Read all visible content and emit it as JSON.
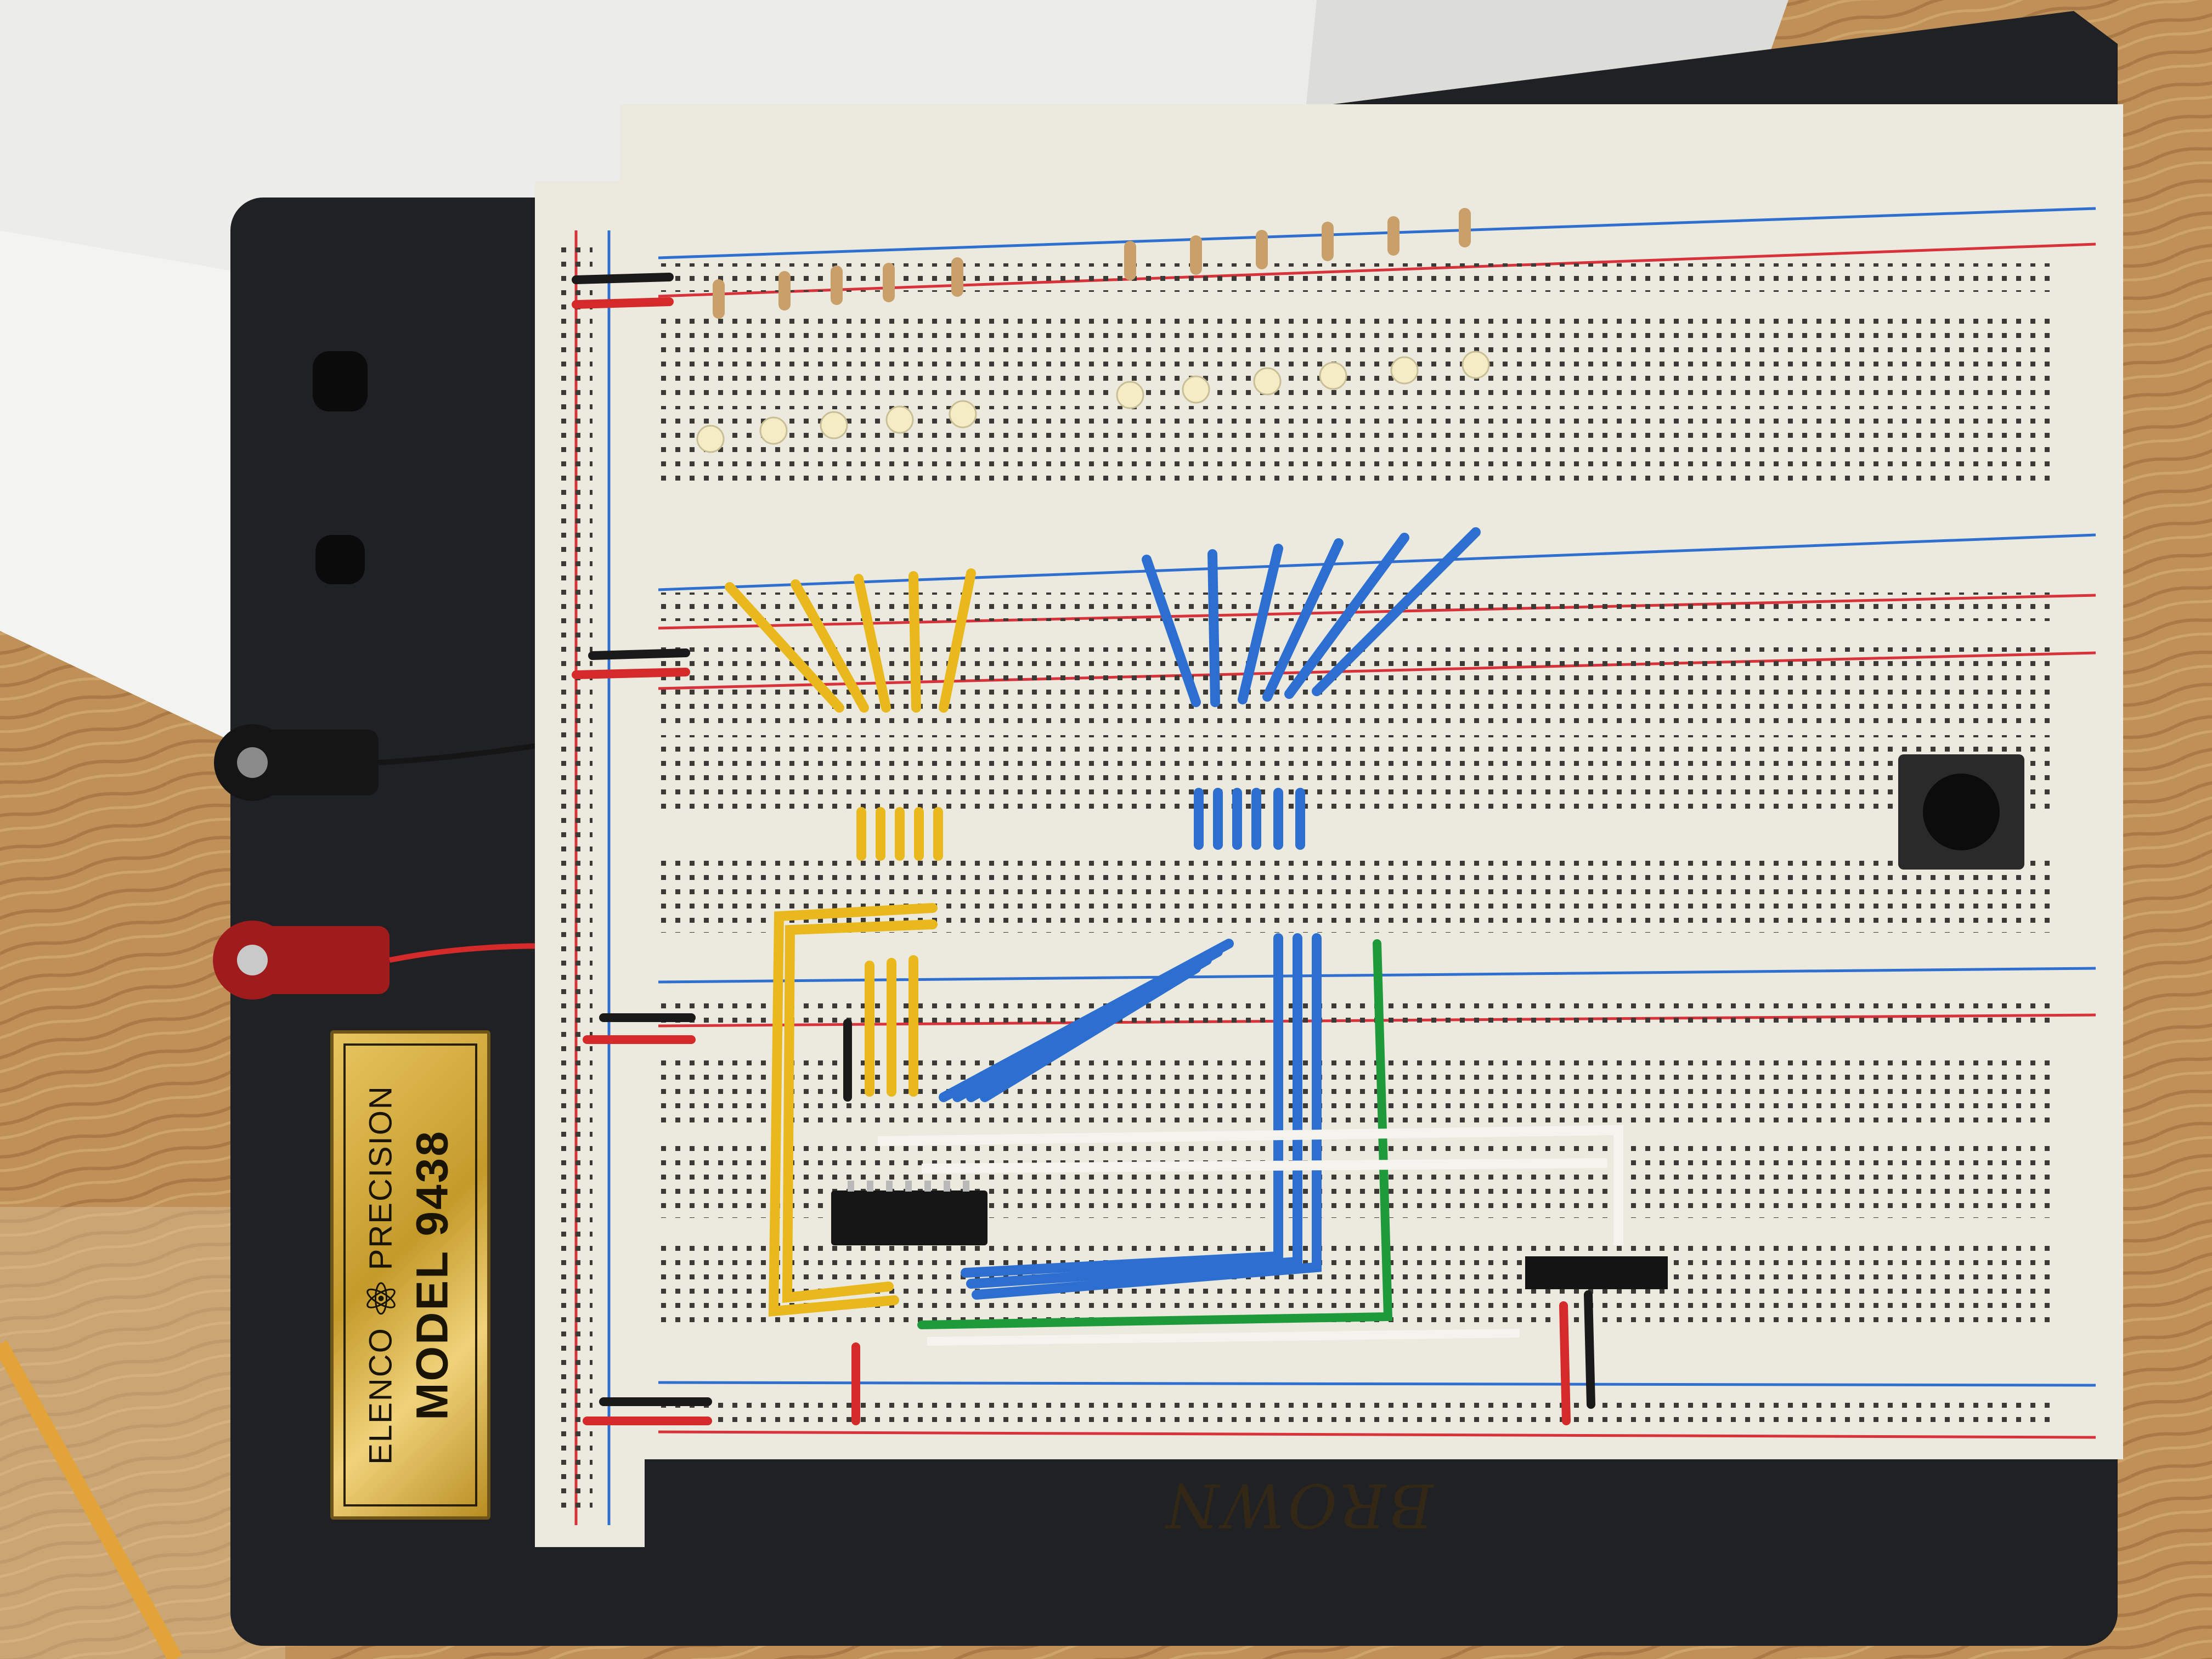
{
  "scene": {
    "subject": "solderless breadboard with LEDs, resistors, jumper wires and an IC"
  },
  "nameplate": {
    "brand": "ELENCO",
    "line": "PRECISION",
    "model": "MODEL 9438"
  },
  "table_marking": "BROWN",
  "colors": {
    "board_base": "#1f2124",
    "breadboard": "#ece9df",
    "rail_red": "#d8323a",
    "rail_blue": "#2f6fd0",
    "wire_yellow": "#e8b81c",
    "wire_blue": "#2c6fd1",
    "wire_green": "#1f9a3a",
    "wire_red": "#d42a2a",
    "wire_black": "#1a1a1a",
    "post_red": "#a01c1c",
    "post_black": "#151515",
    "led": "#f3ecc5"
  }
}
